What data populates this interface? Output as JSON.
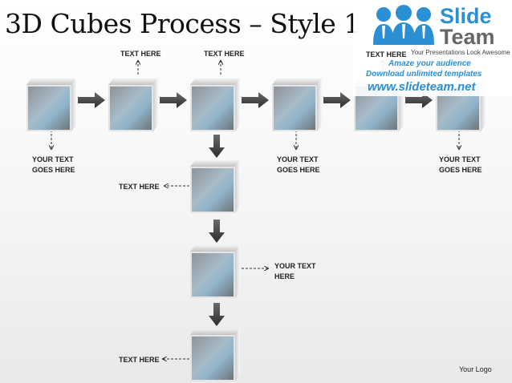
{
  "title": "3D Cubes Process – Style 1",
  "labels": {
    "text_here": "TEXT HERE",
    "your_text_goes_here": "YOUR TEXT\nGOES HERE",
    "your_text_here": "YOUR TEXT\nHERE"
  },
  "logo": {
    "word1": "Slide",
    "word2": "Team",
    "tagline": "Your Presentations Look Awesome",
    "line1": "Amaze your audience",
    "line2": "Download unlimited templates",
    "url": "www.slideteam.net"
  },
  "footer": {
    "your_logo": "Your Logo"
  },
  "colors": {
    "accent_blue": "#2b8fd4",
    "cube_face": "#a7bcc9",
    "arrow": "#3a3a3a"
  },
  "diagram": {
    "cube_count": 9,
    "flow": "six cubes left-to-right, then three cubes down from the third cube"
  }
}
